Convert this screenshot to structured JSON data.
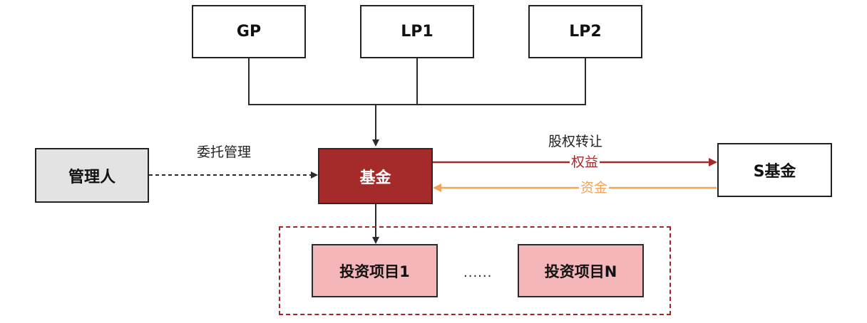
{
  "nodes": {
    "gp": "GP",
    "lp1": "LP1",
    "lp2": "LP2",
    "manager": "管理人",
    "fund": "基金",
    "s_fund": "S基金",
    "project_1": "投资项目1",
    "project_n": "投资项目N",
    "ellipsis": "......"
  },
  "edges": {
    "delegation_label": "委托管理",
    "equity_transfer_label": "股权转让",
    "equity_label": "权益",
    "capital_label": "资金"
  },
  "colors": {
    "fund_fill": "#a52a2a",
    "project_fill": "#f4b6b8",
    "manager_fill": "#e3e3e3",
    "equity_arrow": "#a52a2a",
    "capital_arrow": "#f0a45a",
    "frame_dashed": "#a0262b"
  }
}
